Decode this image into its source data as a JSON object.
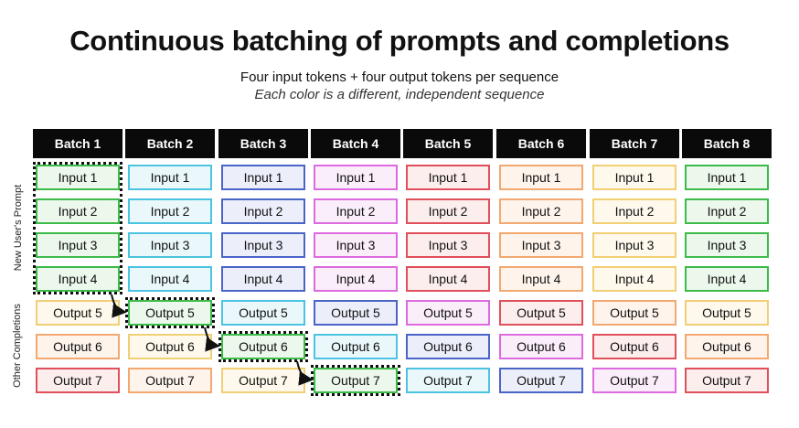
{
  "title": "Continuous batching of prompts and completions",
  "subtitle": "Four input tokens + four output tokens per sequence",
  "subtitle_italic": "Each color is a different, independent sequence",
  "side_labels": {
    "prompt": "New User's Prompt",
    "completions": "Other Completions"
  },
  "batches": [
    "Batch 1",
    "Batch 2",
    "Batch 3",
    "Batch 4",
    "Batch 5",
    "Batch 6",
    "Batch 7",
    "Batch 8"
  ],
  "row_labels": [
    "Input 1",
    "Input 2",
    "Input 3",
    "Input 4",
    "Output 5",
    "Output 6",
    "Output 7"
  ],
  "sequence_colors": {
    "green": {
      "border": "#3dbb4a",
      "fill": "#ecf8ec"
    },
    "cyan": {
      "border": "#4cc3e0",
      "fill": "#eaf8fc"
    },
    "blue": {
      "border": "#4a64c8",
      "fill": "#eceffa"
    },
    "pink": {
      "border": "#dd6bdf",
      "fill": "#fbeefb"
    },
    "red": {
      "border": "#e0505a",
      "fill": "#fdeeee"
    },
    "orange": {
      "border": "#f3a870",
      "fill": "#fef4ec"
    },
    "yellow": {
      "border": "#f1cf74",
      "fill": "#fef9ec"
    }
  },
  "grid_colors": [
    [
      "green",
      "cyan",
      "blue",
      "pink",
      "red",
      "orange",
      "yellow",
      "green"
    ],
    [
      "green",
      "cyan",
      "blue",
      "pink",
      "red",
      "orange",
      "yellow",
      "green"
    ],
    [
      "green",
      "cyan",
      "blue",
      "pink",
      "red",
      "orange",
      "yellow",
      "green"
    ],
    [
      "green",
      "cyan",
      "blue",
      "pink",
      "red",
      "orange",
      "yellow",
      "green"
    ],
    [
      "yellow",
      "green",
      "cyan",
      "blue",
      "pink",
      "red",
      "orange",
      "yellow"
    ],
    [
      "orange",
      "yellow",
      "green",
      "cyan",
      "blue",
      "pink",
      "red",
      "orange"
    ],
    [
      "red",
      "orange",
      "yellow",
      "green",
      "cyan",
      "blue",
      "pink",
      "red"
    ]
  ],
  "highlight_color": "#111111"
}
